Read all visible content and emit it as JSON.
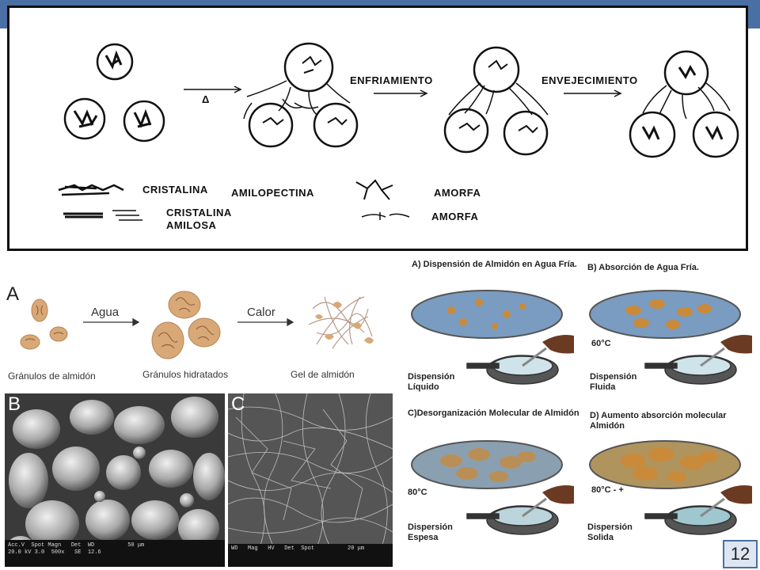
{
  "top_diagram": {
    "process_labels": {
      "cooling": "ENFRIAMIENTO",
      "aging": "ENVEJECIMIENTO",
      "delta": "Δ"
    },
    "legend": {
      "crystalline_amylopectin_1": "CRISTALINA",
      "crystalline_amylopectin_2": "AMILOPECTINA",
      "crystalline_amylose_1": "CRISTALINA",
      "crystalline_amylose_2": "AMILOSA",
      "amorphous_1": "AMORFA",
      "amorphous_2": "AMORFA"
    }
  },
  "panel_a": {
    "letter": "A",
    "arrow1": "Agua",
    "arrow2": "Calor",
    "label1": "Gránulos de almidón",
    "label2": "Gránulos hidratados",
    "label3": "Gel de almidón"
  },
  "panel_b": {
    "letter": "B",
    "footer": "Acc.V  Spot Magn   Det  WD          50 μm\n20.0 kV 3.0  500x   SE  12.6"
  },
  "panel_c": {
    "letter": "C",
    "footer": "WD   Mag   HV   Det  Spot          20 μm"
  },
  "right_panels": {
    "a_title": "A) Dispensión de Almidón en Agua Fría.",
    "b_title": "B) Absorción de Agua Fría.",
    "c_title": "C)Desorganización Molecular de Almidón",
    "d_title": "D) Aumento absorción molecular Almidón",
    "a_state": "Dispensión Líquido",
    "b_state": "Dispensión Fluida",
    "c_state": "Dispersión Espesa",
    "d_state": "Dispersión Solida",
    "b_temp": "60°C",
    "c_temp": "80°C",
    "d_temp": "80°C - +"
  },
  "slide_number": "12",
  "colors": {
    "header_bar": "#4a6fa5",
    "granule": "#d9a877",
    "gel_fiber": "#b89a8a",
    "dish_blue": "#7a9cc0",
    "dish_orange": "#c98a3a"
  }
}
